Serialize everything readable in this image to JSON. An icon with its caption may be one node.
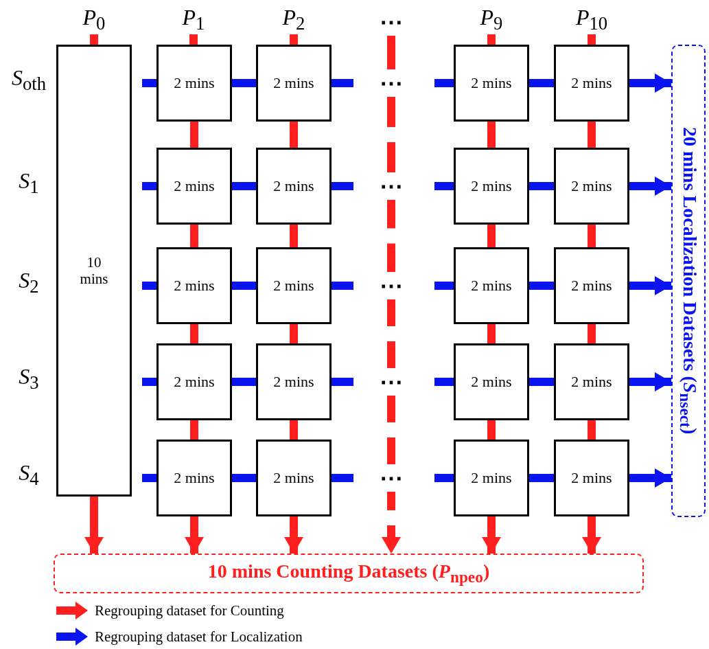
{
  "diagram": {
    "nodes": [
      {
        "text": [
          "*P*$_{0}$"
        ]
      },
      {
        "text": [
          "*P*$_{1}$"
        ]
      },
      {
        "text": [
          "*P*$_{2}$"
        ]
      },
      {
        "text": [
          "*P*$_{9}$"
        ]
      },
      {
        "text": [
          "*P*$_{10}$"
        ]
      },
      {
        "text": [
          "10 mins"
        ]
      },
      {
        "text": [
          "2 mins"
        ]
      },
      {
        "text": [
          "2 mins"
        ]
      },
      {
        "text": [
          "2 mins"
        ]
      },
      {
        "text": [
          "2 mins"
        ]
      },
      {
        "text": [
          "2 mins"
        ]
      },
      {
        "text": [
          "2 mins"
        ]
      },
      {
        "text": [
          "2 mins"
        ]
      },
      {
        "text": [
          "2 mins"
        ]
      },
      {
        "text": [
          "2 mins"
        ]
      },
      {
        "text": [
          "2 mins"
        ]
      },
      {
        "text": [
          "2 mins"
        ]
      },
      {
        "text": [
          "2 mins"
        ]
      },
      {
        "text": [
          "2 mins"
        ]
      },
      {
        "text": [
          "2 mins"
        ]
      },
      {
        "text": [
          "2 mins"
        ]
      },
      {
        "text": [
          "2 mins"
        ]
      },
      {
        "text": [
          "2 mins"
        ]
      },
      {
        "text": [
          "2 mins"
        ]
      },
      {
        "text": [
          "2 mins"
        ]
      },
      {
        "text": [
          "2 mins"
        ]
      },
      {
        "text": [
          "10 mins Counting Datasets (*P*$_{npeo}$)"
        ]
      },
      {
        "text": [
          "20 mins Localization Datasets (*S*$_{nsect}$)"
        ]
      }
    ],
    "edges": [
      {
        "from": 0,
        "to": 5,
        "arrow": "none",
        "color": "#ff1f1f"
      },
      {
        "from": 5,
        "to": 26,
        "arrow": "to",
        "color": "#ff1f1f"
      },
      {
        "from": 1,
        "to": 6,
        "arrow": "none",
        "color": "#ff1f1f"
      },
      {
        "from": 6,
        "to": 10,
        "arrow": "none",
        "color": "#ff1f1f"
      },
      {
        "from": 10,
        "to": 14,
        "arrow": "none",
        "color": "#ff1f1f"
      },
      {
        "from": 14,
        "to": 18,
        "arrow": "none",
        "color": "#ff1f1f"
      },
      {
        "from": 18,
        "to": 22,
        "arrow": "none",
        "color": "#ff1f1f"
      },
      {
        "from": 22,
        "to": 26,
        "arrow": "to",
        "color": "#ff1f1f"
      },
      {
        "from": 2,
        "to": 7,
        "arrow": "none",
        "color": "#ff1f1f"
      },
      {
        "from": 7,
        "to": 11,
        "arrow": "none",
        "color": "#ff1f1f"
      },
      {
        "from": 11,
        "to": 15,
        "arrow": "none",
        "color": "#ff1f1f"
      },
      {
        "from": 15,
        "to": 19,
        "arrow": "none",
        "color": "#ff1f1f"
      },
      {
        "from": 19,
        "to": 23,
        "arrow": "none",
        "color": "#ff1f1f"
      },
      {
        "from": 23,
        "to": 26,
        "arrow": "to",
        "color": "#ff1f1f"
      },
      {
        "from": 3,
        "to": 8,
        "arrow": "none",
        "color": "#ff1f1f"
      },
      {
        "from": 8,
        "to": 12,
        "arrow": "none",
        "color": "#ff1f1f"
      },
      {
        "from": 12,
        "to": 16,
        "arrow": "none",
        "color": "#ff1f1f"
      },
      {
        "from": 16,
        "to": 20,
        "arrow": "none",
        "color": "#ff1f1f"
      },
      {
        "from": 20,
        "to": 24,
        "arrow": "none",
        "color": "#ff1f1f"
      },
      {
        "from": 24,
        "to": 26,
        "arrow": "to",
        "color": "#ff1f1f"
      },
      {
        "from": 4,
        "to": 9,
        "arrow": "none",
        "color": "#ff1f1f"
      },
      {
        "from": 9,
        "to": 13,
        "arrow": "none",
        "color": "#ff1f1f"
      },
      {
        "from": 13,
        "to": 17,
        "arrow": "none",
        "color": "#ff1f1f"
      },
      {
        "from": 17,
        "to": 21,
        "arrow": "none",
        "color": "#ff1f1f"
      },
      {
        "from": 21,
        "to": 25,
        "arrow": "none",
        "color": "#ff1f1f"
      },
      {
        "from": 25,
        "to": 26,
        "arrow": "to",
        "color": "#ff1f1f"
      },
      {
        "from": null,
        "to": 26,
        "arrow": "to",
        "style": "dashed",
        "color": "#ff1f1f"
      },
      {
        "from": null,
        "to": 6,
        "arrow": "none"
      },
      {
        "from": 6,
        "to": 7,
        "arrow": "none"
      },
      {
        "from": 7,
        "to": null,
        "arrow": "none"
      },
      {
        "from": null,
        "to": 8,
        "arrow": "none"
      },
      {
        "from": 8,
        "to": 9,
        "arrow": "none"
      },
      {
        "from": 9,
        "to": 27,
        "arrow": "to"
      },
      {
        "from": null,
        "to": 10,
        "arrow": "none"
      },
      {
        "from": 10,
        "to": 11,
        "arrow": "none"
      },
      {
        "from": 11,
        "to": null,
        "arrow": "none"
      },
      {
        "from": null,
        "to": 12,
        "arrow": "none"
      },
      {
        "from": 12,
        "to": 13,
        "arrow": "none"
      },
      {
        "from": 13,
        "to": 27,
        "arrow": "to"
      },
      {
        "from": null,
        "to": 14,
        "arrow": "none"
      },
      {
        "from": 14,
        "to": 15,
        "arrow": "none"
      },
      {
        "from": 15,
        "to": null,
        "arrow": "none"
      },
      {
        "from": null,
        "to": 16,
        "arrow": "none"
      },
      {
        "from": 16,
        "to": 17,
        "arrow": "none"
      },
      {
        "from": 17,
        "to": 27,
        "arrow": "to"
      },
      {
        "from": null,
        "to": 18,
        "arrow": "none"
      },
      {
        "from": 18,
        "to": 19,
        "arrow": "none"
      },
      {
        "from": 19,
        "to": null,
        "arrow": "none"
      },
      {
        "from": null,
        "to": 20,
        "arrow": "none"
      },
      {
        "from": 20,
        "to": 21,
        "arrow": "none"
      },
      {
        "from": 21,
        "to": 27,
        "arrow": "to"
      },
      {
        "from": null,
        "to": 22,
        "arrow": "none"
      },
      {
        "from": 22,
        "to": 23,
        "arrow": "none"
      },
      {
        "from": 23,
        "to": null,
        "arrow": "none"
      },
      {
        "from": null,
        "to": 24,
        "arrow": "none"
      },
      {
        "from": 24,
        "to": 25,
        "arrow": "none"
      },
      {
        "from": 25,
        "to": 27,
        "arrow": "to"
      }
    ],
    "labels": [
      "⋯",
      "*S*$_{oth}$",
      "⋯",
      "*S*$_{1}$",
      "⋯",
      "*S*$_{2}$",
      "⋯",
      "*S*$_{3}$",
      "⋯",
      "*S*$_{4}$",
      "⋯"
    ],
    "legend": [
      {
        "text": "Regrouping dataset for Counting",
        "color": "#ff1f1f"
      },
      {
        "text": "Regrouping dataset for Localization",
        "color": "#0a14f0"
      }
    ]
  }
}
